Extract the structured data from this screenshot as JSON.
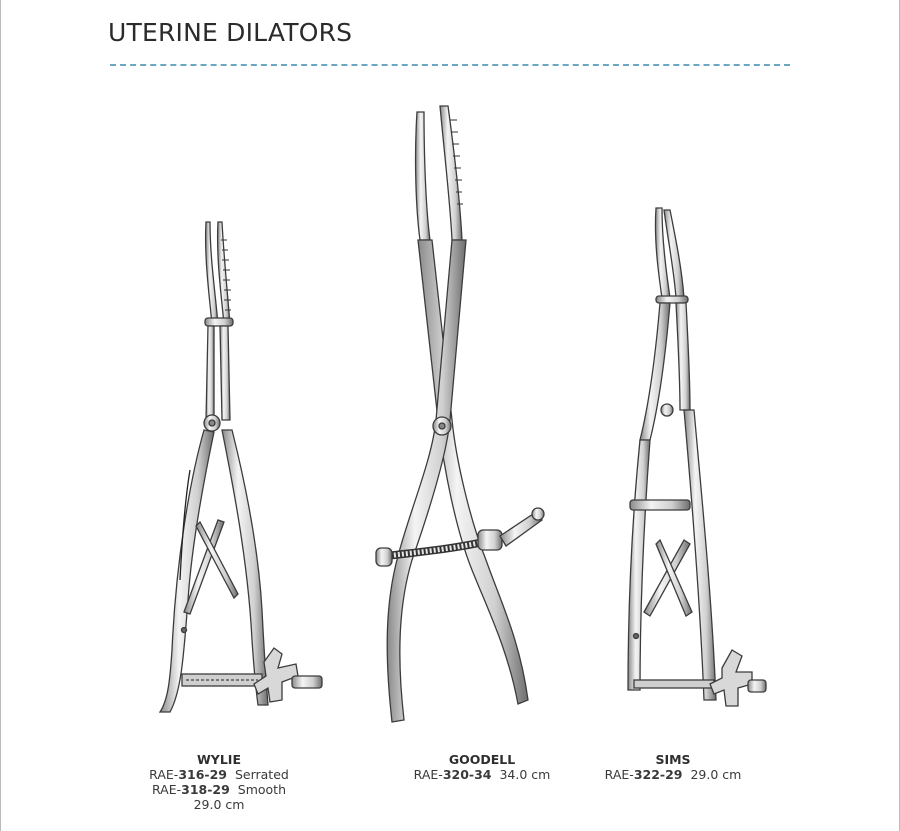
{
  "page": {
    "title": "UTERINE DILATORS"
  },
  "products": [
    {
      "name": "WYLIE",
      "lines": [
        {
          "prefix": "RAE-",
          "code": "316-29",
          "suffix": "  Serrated"
        },
        {
          "prefix": "RAE-",
          "code": "318-29",
          "suffix": "  Smooth"
        }
      ],
      "length": "29.0 cm"
    },
    {
      "name": "GOODELL",
      "lines": [
        {
          "prefix": "RAE-",
          "code": "320-34",
          "suffix": "  34.0 cm"
        }
      ]
    },
    {
      "name": "SIMS",
      "lines": [
        {
          "prefix": "RAE-",
          "code": "322-29",
          "suffix": "  29.0 cm"
        }
      ]
    }
  ],
  "colors": {
    "rule": "#6aa7c0",
    "ink": "#2b2b2b",
    "steel_light": "#f1f1f1",
    "steel_mid": "#bdbdbd",
    "steel_dark": "#555555"
  }
}
